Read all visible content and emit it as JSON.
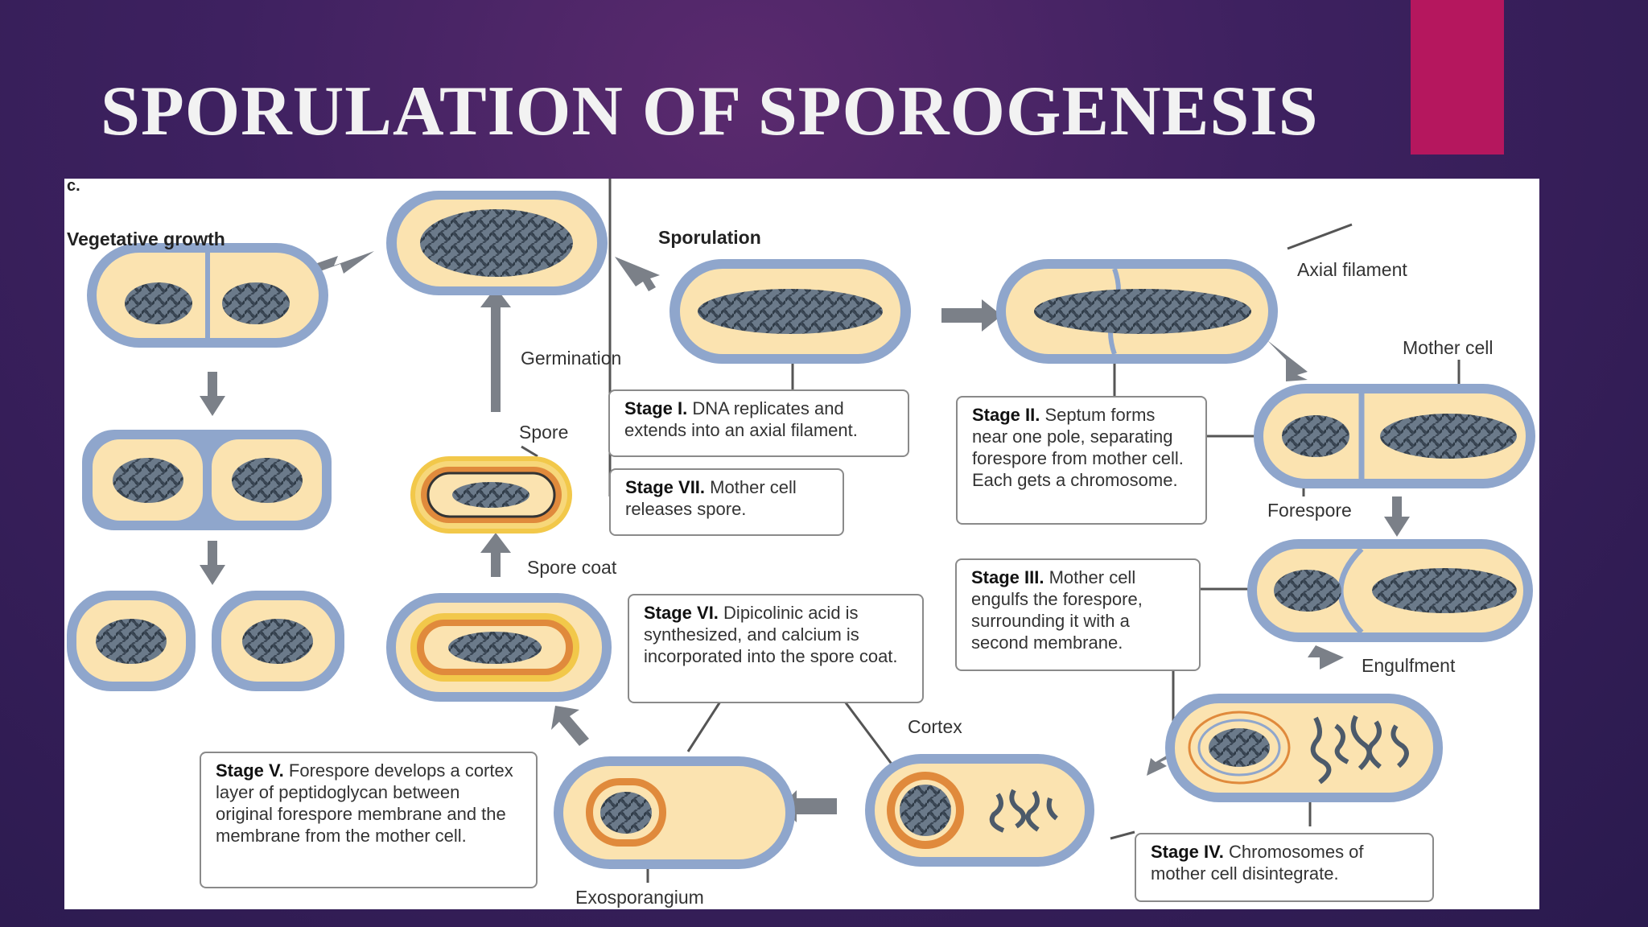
{
  "slide": {
    "title": "SPORULATION OF SPOROGENESIS",
    "accent_color": "#b5175e"
  },
  "figure": {
    "panel_letter": "c.",
    "labels": {
      "vegetative_growth": "Vegetative growth",
      "sporulation": "Sporulation",
      "axial_filament": "Axial filament",
      "mother_cell": "Mother cell",
      "germination": "Germination",
      "spore": "Spore",
      "forespore": "Forespore",
      "spore_coat": "Spore coat",
      "engulfment": "Engulfment",
      "cortex": "Cortex",
      "exosporangium": "Exosporangium"
    },
    "stages": {
      "stage1": {
        "name": "Stage I.",
        "text": "DNA replicates and extends into an axial filament."
      },
      "stage2": {
        "name": "Stage II.",
        "text": "Septum forms near one pole, separating forespore from mother cell. Each gets a chromosome."
      },
      "stage3": {
        "name": "Stage III.",
        "text": "Mother cell engulfs the forespore, surrounding it with a second membrane."
      },
      "stage4": {
        "name": "Stage IV.",
        "text": "Chromosomes of mother cell disintegrate."
      },
      "stage5": {
        "name": "Stage V.",
        "text": "Forespore develops a cortex layer of peptidoglycan between original forespore membrane and the membrane from the mother cell."
      },
      "stage6": {
        "name": "Stage VI.",
        "text": "Dipicolinic acid is synthesized, and calcium is incorporated into the spore coat."
      },
      "stage7": {
        "name": "Stage VII.",
        "text": "Mother cell releases spore."
      }
    },
    "colors": {
      "cell_outer": "#8fa6cc",
      "cell_inner": "#fbe3b0",
      "dna": "#4c5a6a",
      "cortex": "#e08a3c",
      "spore_coat": "#f2c84a"
    }
  }
}
